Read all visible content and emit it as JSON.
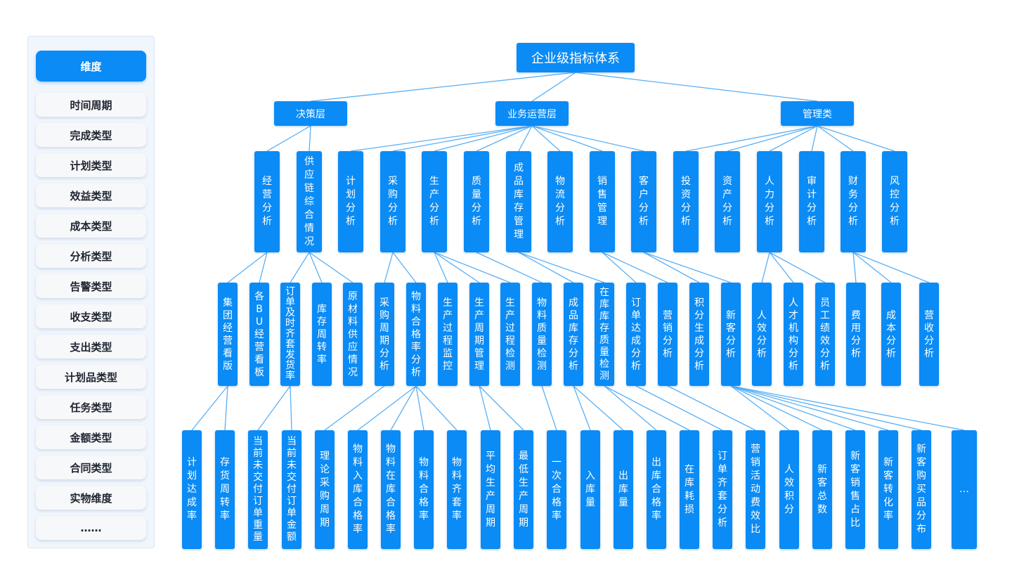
{
  "sidebar": {
    "header": "维度",
    "items": [
      "时间周期",
      "完成类型",
      "计划类型",
      "效益类型",
      "成本类型",
      "分析类型",
      "告警类型",
      "收支类型",
      "支出类型",
      "计划品类型",
      "任务类型",
      "金额类型",
      "合同类型",
      "实物维度",
      "……"
    ]
  },
  "tree": {
    "root": "企业级指标体系",
    "level1": [
      "决策层",
      "业务运营层",
      "管理类"
    ],
    "level2": [
      "经营分析",
      "供应链综合情况",
      "计划分析",
      "采购分析",
      "生产分析",
      "质量分析",
      "成品库存管理",
      "物流分析",
      "销售管理",
      "客户分析",
      "投资分析",
      "资产分析",
      "人力分析",
      "审计分析",
      "财务分析",
      "风控分析"
    ],
    "level3": [
      "集团经营看版",
      "各BU经营看板",
      "订单及时齐套发货率",
      "库存周转率",
      "原材料供应情况",
      "采购周期分析",
      "物料合格率分析",
      "生产过程监控",
      "生产周期管理",
      "生产过程检测",
      "物料质量检测",
      "成品库存分析",
      "在库库存质量检测",
      "订单达成分析",
      "营销分析",
      "积分生成分析",
      "新客分析",
      "人效分析",
      "人才机构分析",
      "员工绩效分析",
      "费用分析",
      "成本分析",
      "营收分析"
    ],
    "level4": [
      "计划达成率",
      "存货周转率",
      "当前未交付订单重量",
      "当前未交付订单金额",
      "理论采购周期",
      "物料入库合格率",
      "物料在库合格率",
      "物料合格率",
      "物料齐套率",
      "平均生产周期",
      "最低生产周期",
      "一次合格率",
      "入库量",
      "出库量",
      "出库合格率",
      "在库耗损",
      "订单齐套分析",
      "营销活动费效比",
      "人效积分",
      "新客总数",
      "新客销售占比",
      "新客转化率",
      "新客购买品分布",
      "..."
    ]
  },
  "colors": {
    "node": "#0a8bf5",
    "line": "#5ab0f5",
    "panel": "#f1f6fd"
  }
}
